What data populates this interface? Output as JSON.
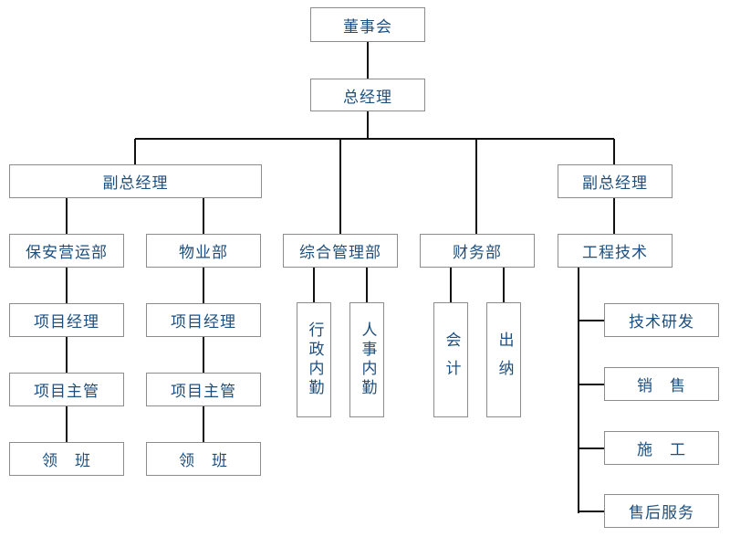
{
  "org": {
    "board": "董事会",
    "gm": "总经理",
    "vp_left": "副总经理",
    "vp_right": "副总经理",
    "security_dept": "保安营运部",
    "property_dept": "物业部",
    "admin_dept": "综合管理部",
    "finance_dept": "财务部",
    "engineering": "工程技术",
    "pm_1": "项目经理",
    "pm_2": "项目经理",
    "supervisor_1": "项目主管",
    "supervisor_2": "项目主管",
    "foreman_1": "领　班",
    "foreman_2": "领　班",
    "admin_affairs": "行政内勤",
    "hr_affairs": "人事内勤",
    "accounting": "会计",
    "cashier": "出纳",
    "tech_rd": "技术研发",
    "sales": "销　售",
    "construction": "施　工",
    "after_sales": "售后服务"
  }
}
